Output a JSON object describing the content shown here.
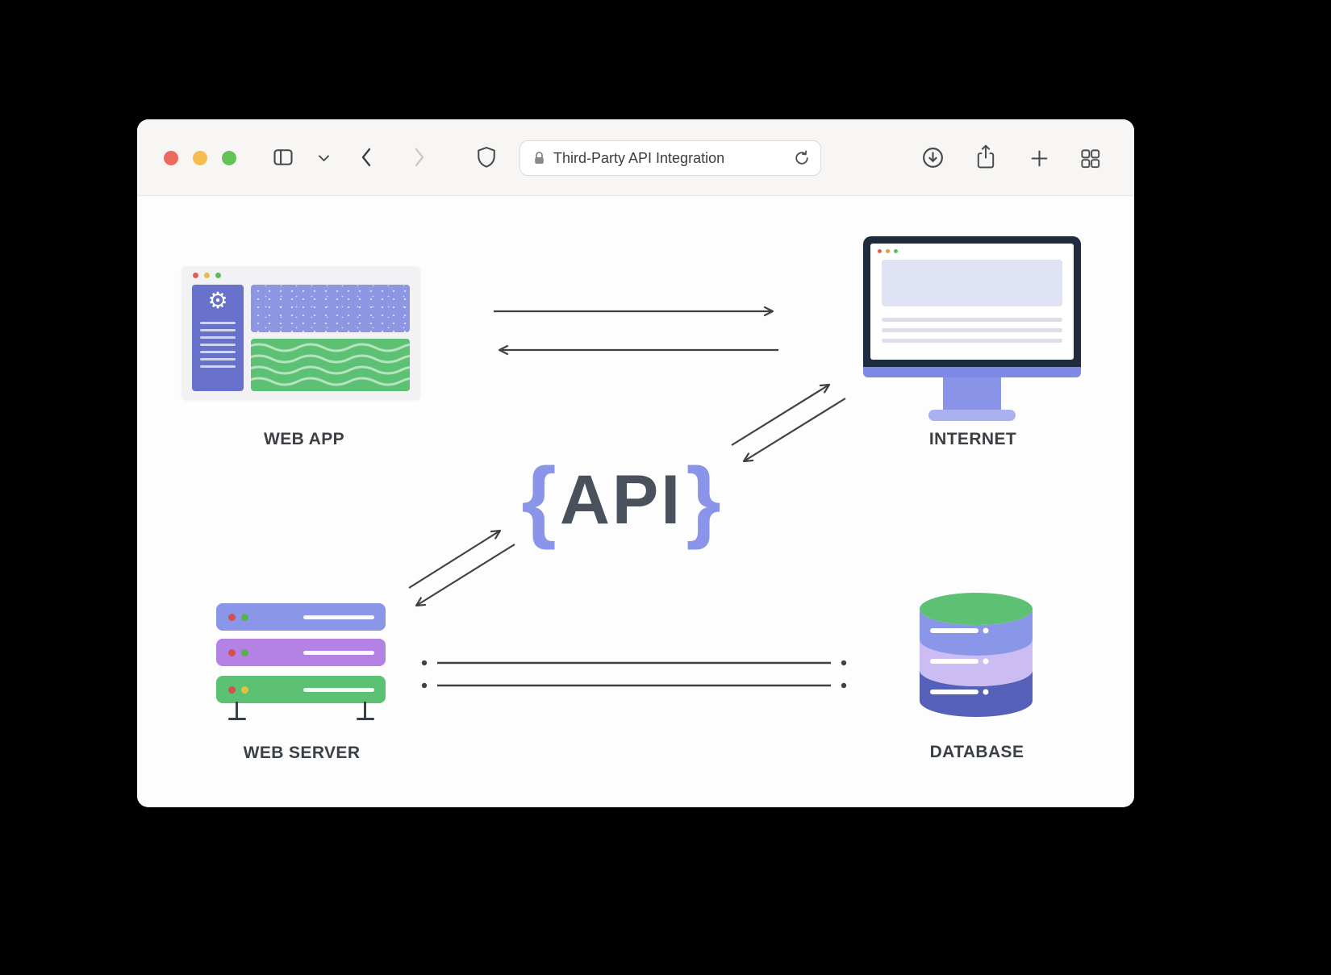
{
  "window": {
    "toolbar": {
      "address_bar": {
        "title": "Third-Party API Integration"
      }
    }
  },
  "icons": {
    "gear": "⚙"
  },
  "diagram": {
    "api": {
      "open_brace": "{",
      "label": "API",
      "close_brace": "}"
    },
    "nodes": {
      "web_app": {
        "label": "WEB APP"
      },
      "internet": {
        "label": "INTERNET"
      },
      "web_server": {
        "label": "WEB SERVER"
      },
      "database": {
        "label": "DATABASE"
      }
    }
  },
  "colors": {
    "traffic_red": "#ed6a5f",
    "traffic_yellow": "#f5bd4f",
    "traffic_green": "#61c454",
    "periwinkle": "#8a96e8",
    "indigo_sidebar": "#6872ca",
    "speckled_purple": "#8d96e2",
    "green": "#5cc172",
    "server_purple": "#b481e4",
    "db_lavender": "#ccbcf4",
    "db_dark_indigo": "#5560b8",
    "monitor_navy": "#1f2b3f",
    "arrow": "#3d4247"
  }
}
